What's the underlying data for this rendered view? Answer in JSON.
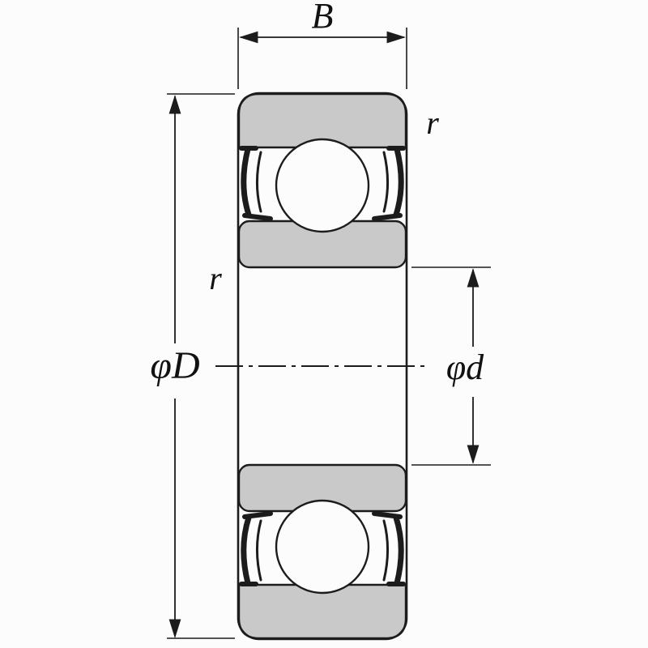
{
  "diagram": {
    "subject": "ball-bearing-cross-section-dimension-drawing",
    "labels": {
      "width_dim": "B",
      "outer_diameter_dim": "φD",
      "bore_diameter_dim": "φd",
      "corner_radius_outer": "r",
      "corner_radius_inner": "r"
    },
    "colors": {
      "line": "#1c1c1c",
      "ring_fill": "#c9c9c9",
      "background": "#fcfcfc"
    }
  }
}
